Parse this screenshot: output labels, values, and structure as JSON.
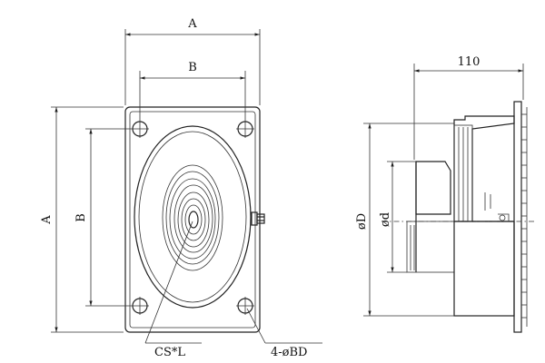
{
  "drawing": {
    "front_view": {
      "dim_outer_width": "A",
      "dim_hole_spacing_x": "B",
      "dim_outer_height": "A",
      "dim_hole_spacing_y": "B",
      "callout_center": "CS*L",
      "callout_holes": "4-øBD"
    },
    "side_view": {
      "dim_height": "110",
      "dim_outer_diameter": "øD",
      "dim_inner_diameter": "ød"
    },
    "colors": {
      "line": "#222222",
      "background": "#ffffff"
    }
  }
}
